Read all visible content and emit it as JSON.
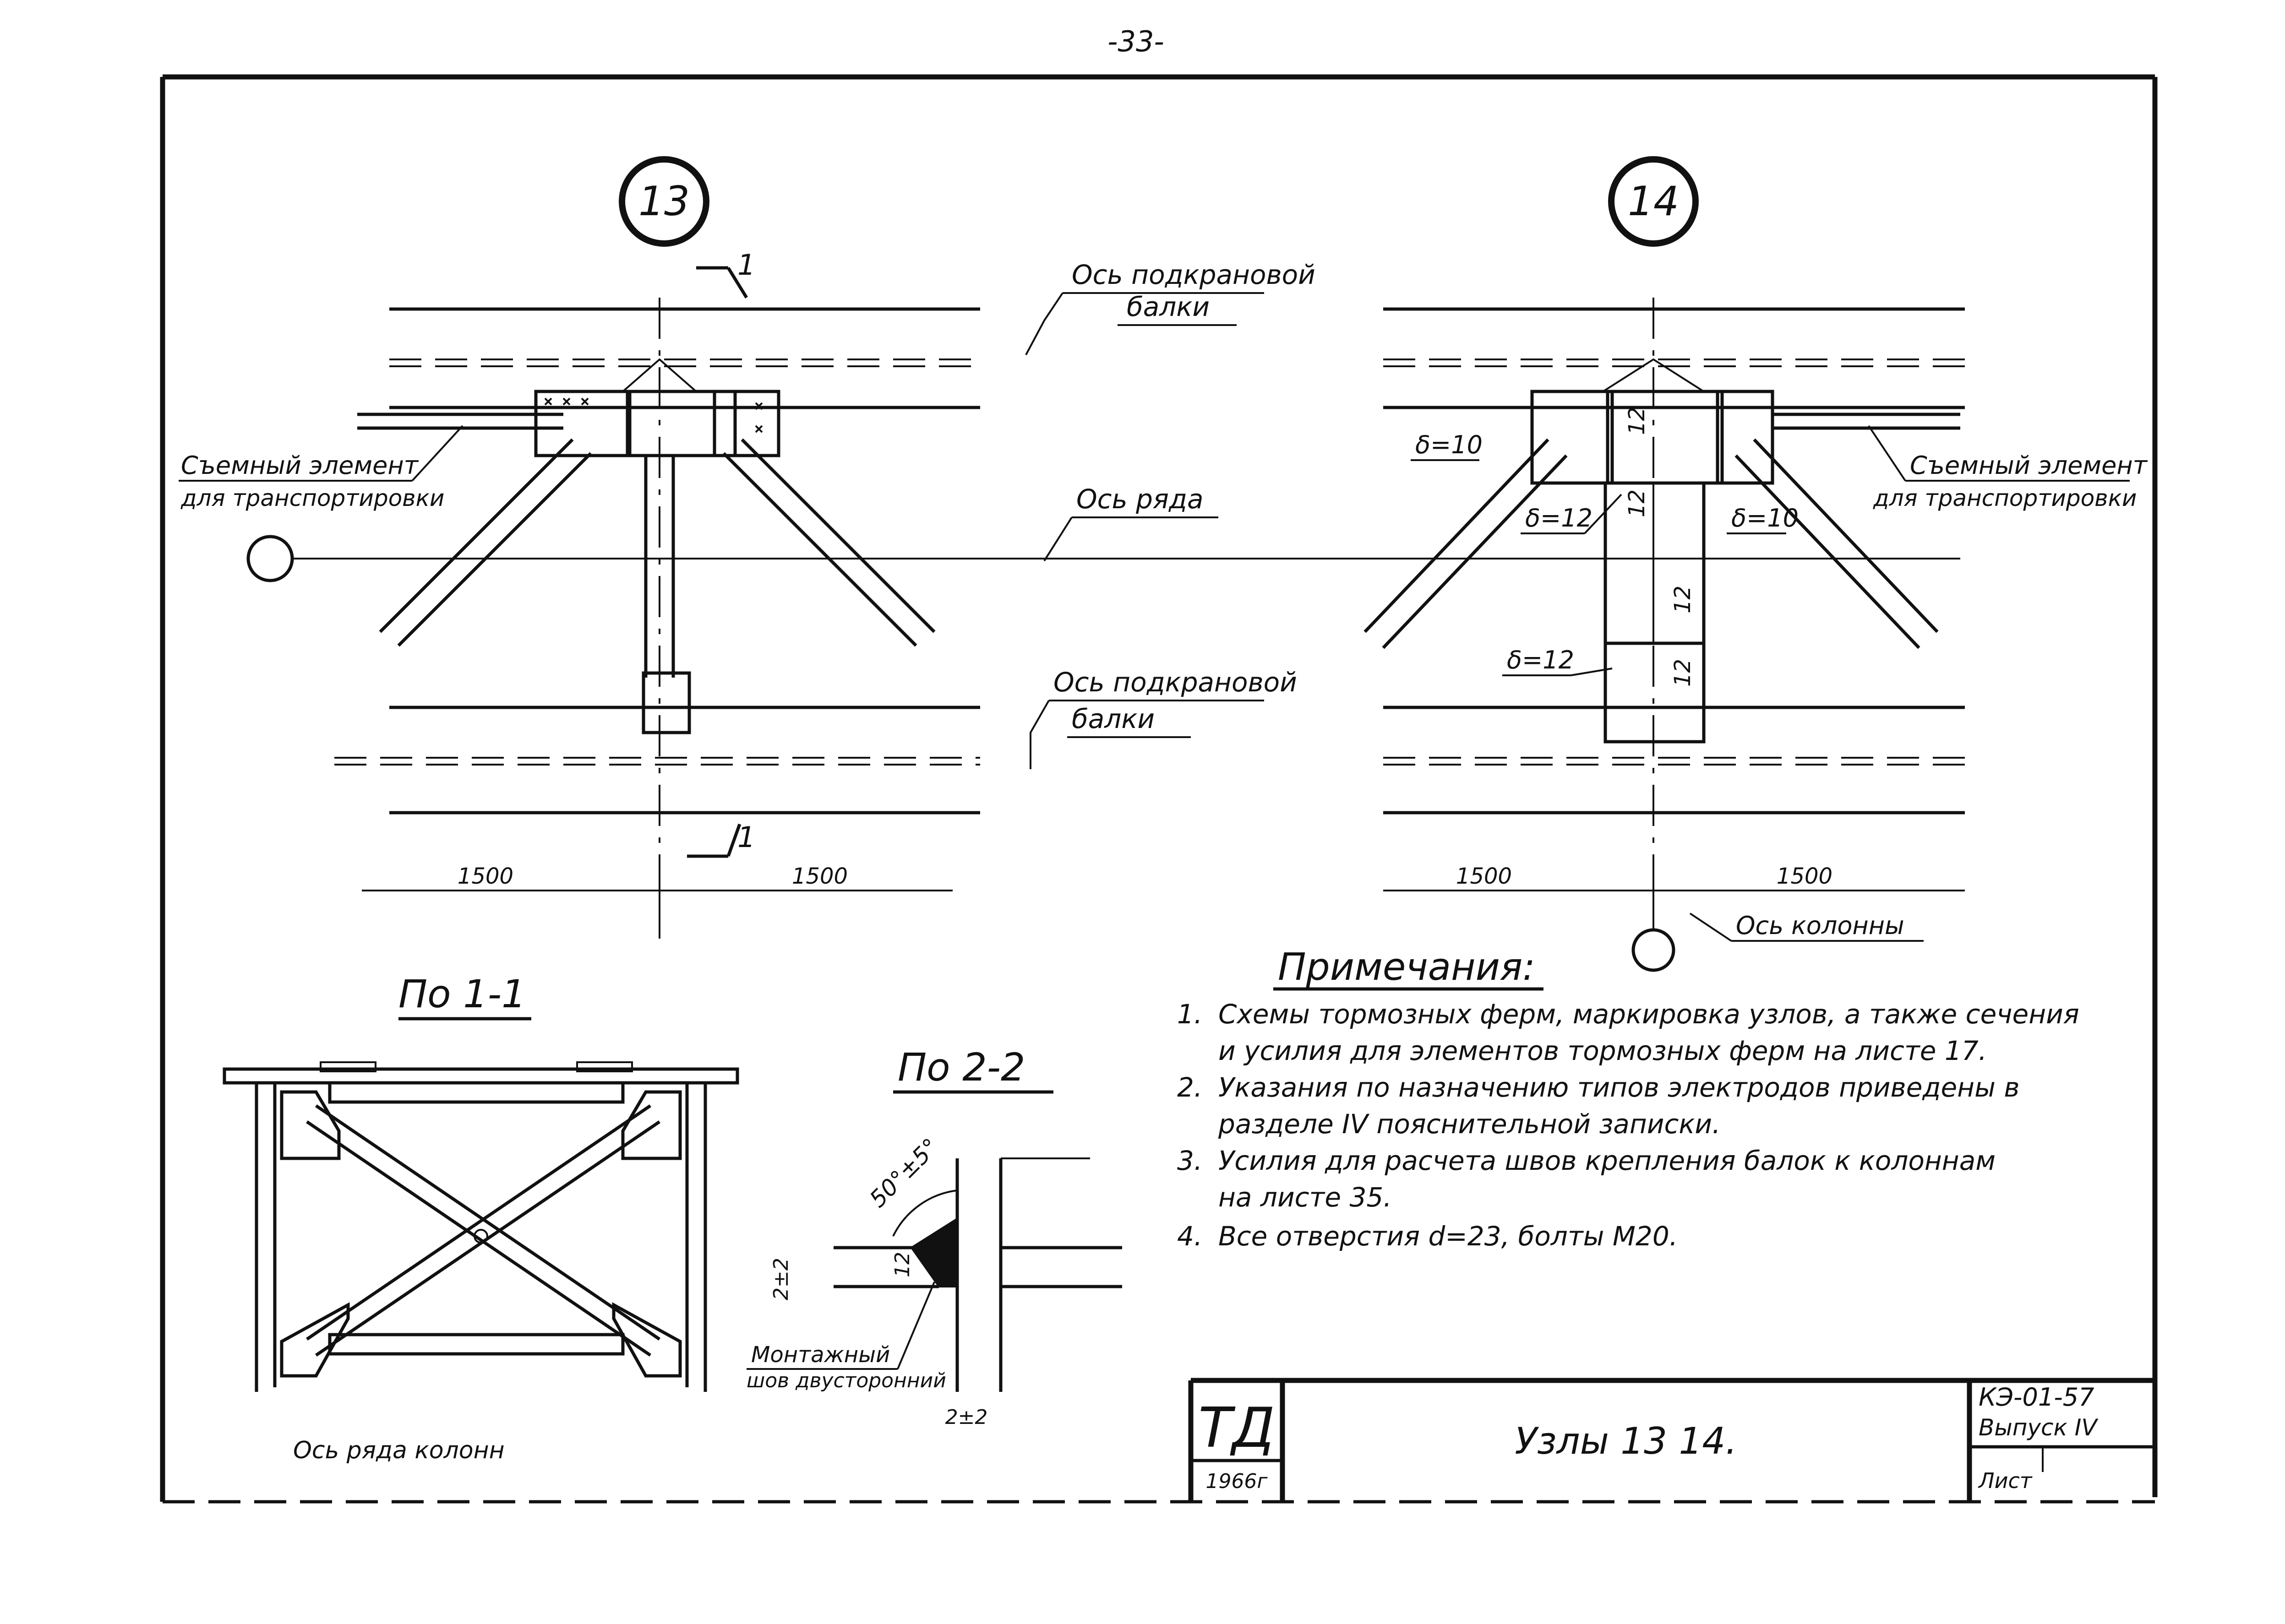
{
  "page_number": "-33-",
  "node_13": {
    "number": "13",
    "axis_top_label_1": "Ось подкрановой",
    "axis_top_label_2": "балки",
    "removable_label_1": "Съемный элемент",
    "removable_label_2": "для транспортировки",
    "row_axis_label": "Ось ряда",
    "axis_bottom_label_1": "Ось подкрановой",
    "axis_bottom_label_2": "балки",
    "section_mark": "1",
    "dim_left": "1500",
    "dim_right": "1500"
  },
  "node_14": {
    "number": "14",
    "plate_10_left": "δ=10",
    "plate_12_left": "δ=12",
    "plate_10_right": "δ=10",
    "plate_12_lower": "δ=12",
    "weld_12": "12",
    "removable_label_1": "Съемный элемент",
    "removable_label_2": "для транспортировки",
    "column_axis_label": "Ось колонны",
    "dim_left": "1500",
    "dim_right": "1500"
  },
  "section_1_1": {
    "title": "По 1-1",
    "footnote": "Ось ряда колонн"
  },
  "section_2_2": {
    "title": "По 2-2",
    "angle_label": "50°±5°",
    "gap_label": "2±2",
    "weld_size": "12",
    "gap_bottom": "2±2",
    "weld_note_1": "Монтажный",
    "weld_note_2": "шов двусторонний"
  },
  "notes": {
    "title": "Примечания:",
    "items": [
      {
        "num": "1.",
        "lines": [
          "Схемы тормозных ферм, маркировка узлов, а также сечения",
          "и усилия для элементов тормозных ферм на листе 17."
        ]
      },
      {
        "num": "2.",
        "lines": [
          "Указания по назначению типов электродов приведены в",
          "разделе IV пояснительной записки."
        ]
      },
      {
        "num": "3.",
        "lines": [
          "Усилия для расчета швов крепления балок к колоннам",
          "на листе 35."
        ]
      },
      {
        "num": "4.",
        "lines": [
          "Все отверстия d=23, болты М20."
        ]
      }
    ]
  },
  "title_block": {
    "logo": "ТД",
    "year": "1966г",
    "title": "Узлы 13 14.",
    "code": "КЭ-01-57",
    "issue": "Выпуск IV",
    "sheet": "Лист"
  }
}
